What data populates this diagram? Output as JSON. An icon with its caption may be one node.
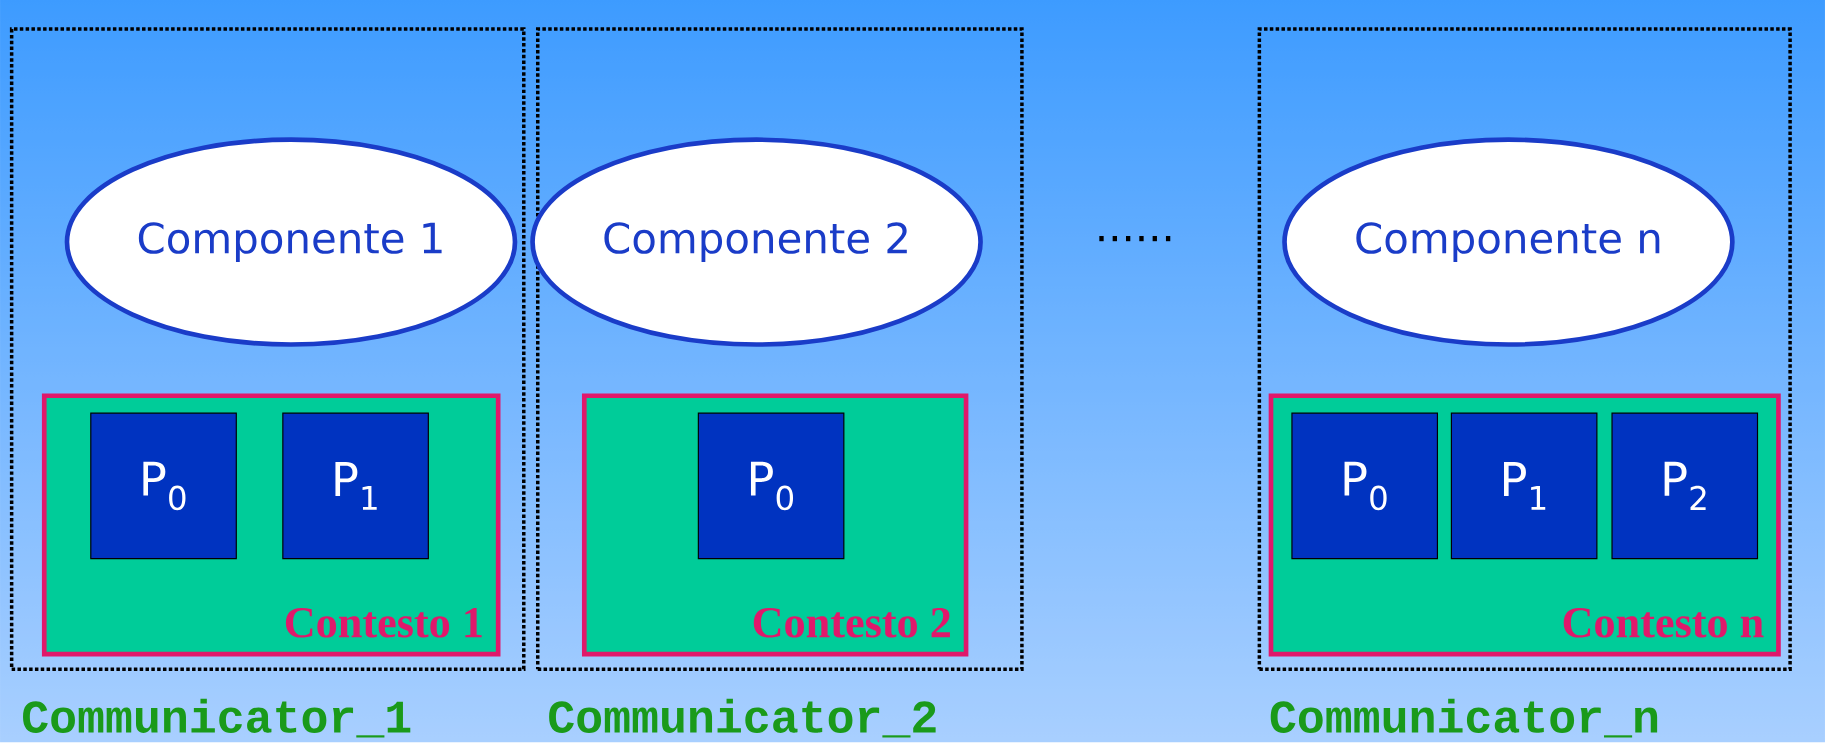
{
  "diagram": {
    "nodes": [
      {
        "text": [
          "Communicator_1"
        ]
      },
      {
        "text": [
          "Componente 1"
        ],
        "in": 0
      },
      {
        "text": [
          "Contesto 1"
        ],
        "in": 0
      },
      {
        "text": [
          "P$_{0}$"
        ],
        "in": 2
      },
      {
        "text": [
          "P$_{1}$"
        ],
        "in": 2
      },
      {
        "text": [
          "Communicator_2"
        ]
      },
      {
        "text": [
          "Componente 2"
        ],
        "in": 5
      },
      {
        "text": [
          "Contesto 2"
        ],
        "in": 5
      },
      {
        "text": [
          "P$_{0}$"
        ],
        "in": 7
      },
      {
        "text": [
          "Communicator_n"
        ]
      },
      {
        "text": [
          "Componente n"
        ],
        "in": 9
      },
      {
        "text": [
          "Contesto n"
        ],
        "in": 9
      },
      {
        "text": [
          "P$_{0}$"
        ],
        "in": 11
      },
      {
        "text": [
          "P$_{1}$"
        ],
        "in": 11
      },
      {
        "text": [
          "P$_{2}$"
        ],
        "in": 11
      }
    ],
    "labels": [
      "......"
    ]
  }
}
